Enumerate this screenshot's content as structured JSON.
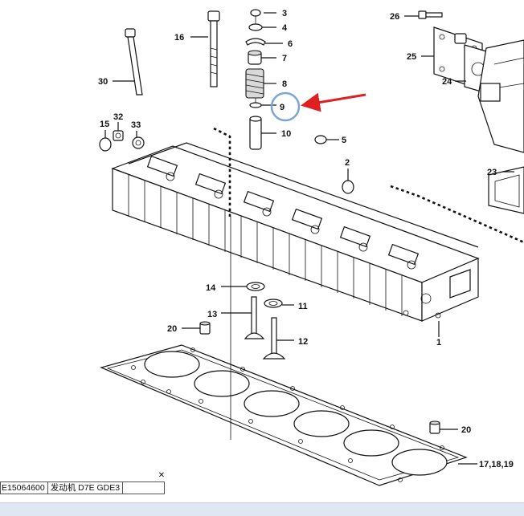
{
  "callouts": {
    "c1": "1",
    "c2": "2",
    "c3": "3",
    "c4": "4",
    "c5": "5",
    "c6": "6",
    "c7": "7",
    "c8": "8",
    "c9": "9",
    "c10": "10",
    "c11": "11",
    "c12": "12",
    "c13": "13",
    "c14": "14",
    "c15": "15",
    "c16": "16",
    "c17": "17,18,19",
    "c20a": "20",
    "c20b": "20",
    "c23": "23",
    "c24": "24",
    "c25": "25",
    "c26": "26",
    "c30": "30",
    "c32": "32",
    "c33": "33"
  },
  "info_bar": {
    "code": "E15064600",
    "description": "发动机 D7E GDE3",
    "close": "✕"
  },
  "highlight_color": "#7aa6d6",
  "arrow_color": "#e02020"
}
